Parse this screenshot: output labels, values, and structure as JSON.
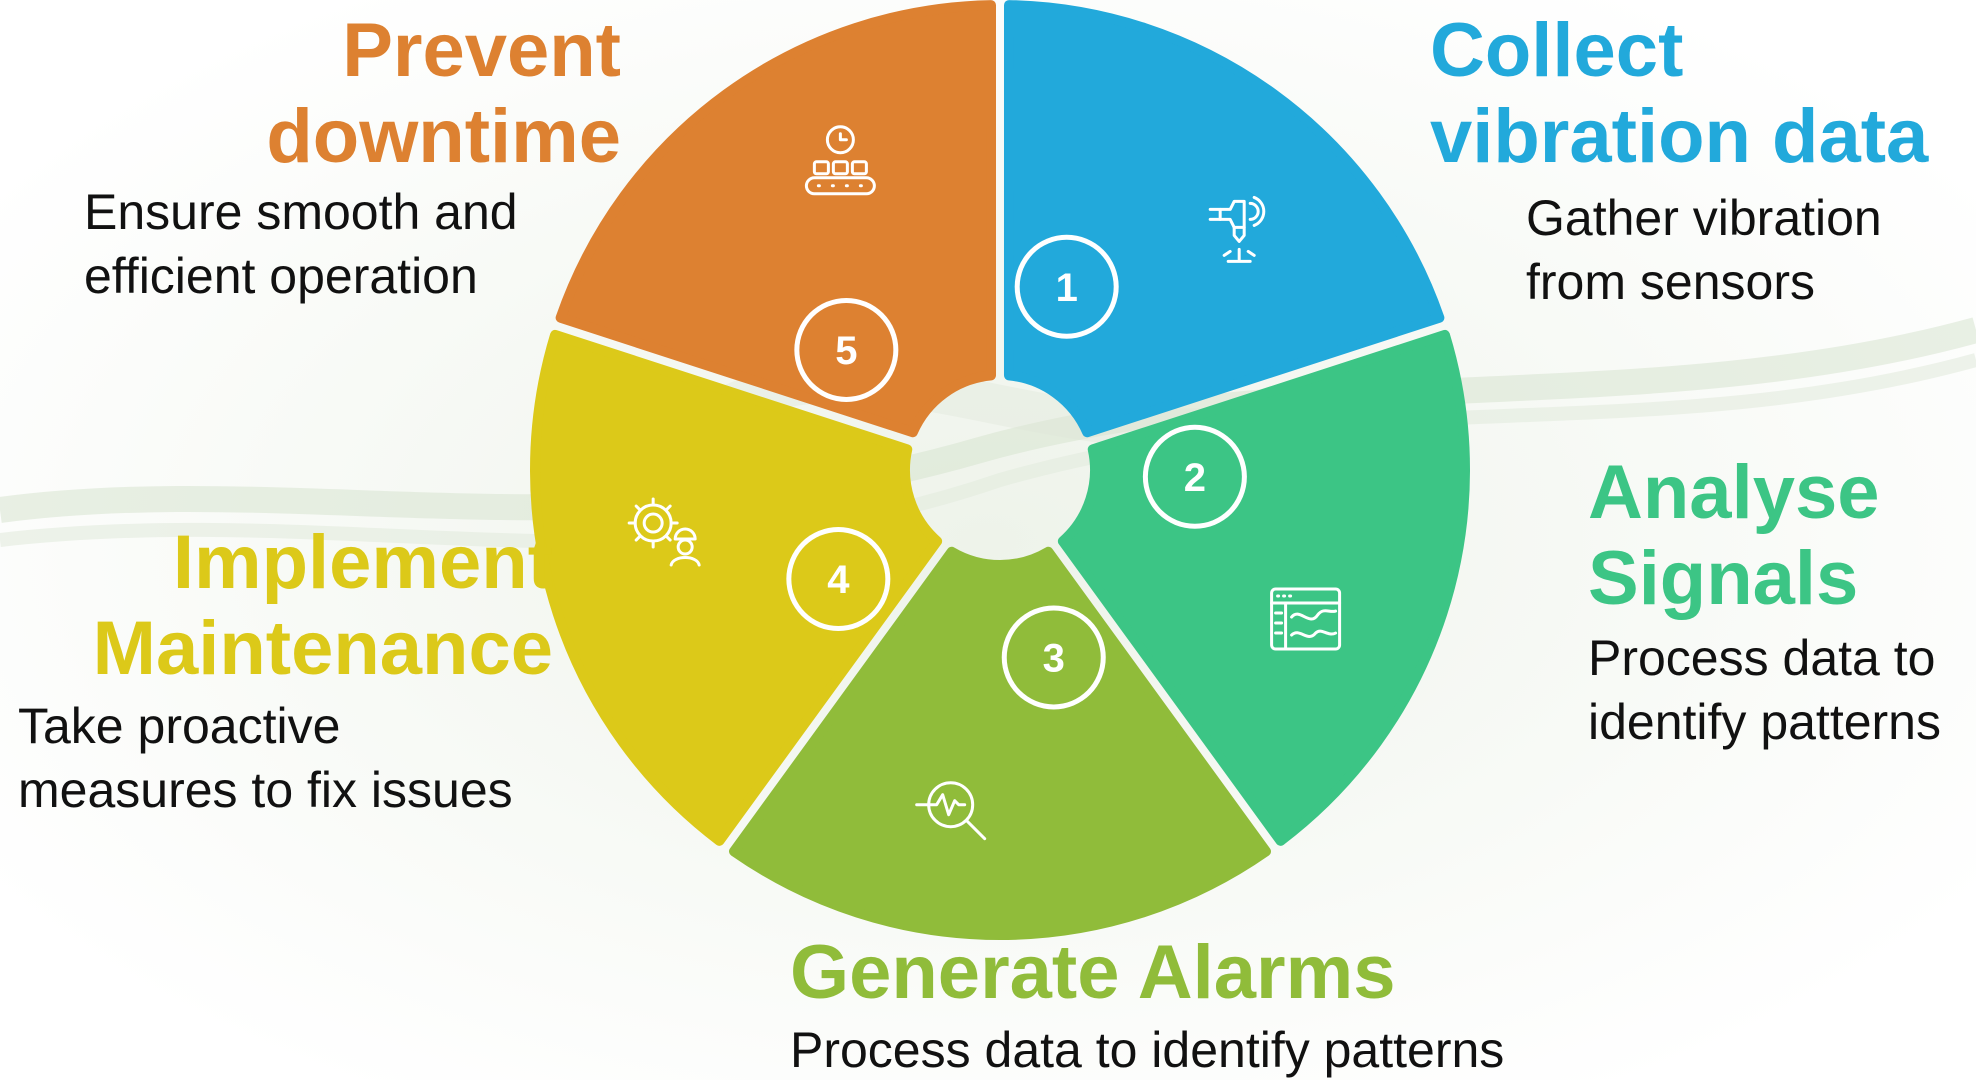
{
  "colors": {
    "orange": "#DD8131",
    "blue": "#22A9DB",
    "teal": "#3CC585",
    "green": "#90BC3A",
    "yellow": "#DCC919",
    "background_wisp": "#C9D9C0"
  },
  "steps": [
    {
      "number": "1",
      "title_lines": [
        "Collect",
        "vibration data"
      ],
      "desc_lines": [
        "Gather vibration",
        "from sensors"
      ],
      "color": "#22A9DB",
      "icon": "sensor-icon"
    },
    {
      "number": "2",
      "title_lines": [
        "Analyse",
        "Signals"
      ],
      "desc_lines": [
        "Process data to",
        "identify patterns"
      ],
      "color": "#3CC585",
      "icon": "signal-chart-icon"
    },
    {
      "number": "3",
      "title_lines": [
        "Generate Alarms"
      ],
      "desc_lines": [
        "Process data to identify patterns"
      ],
      "color": "#90BC3A",
      "icon": "magnifier-waveform-icon"
    },
    {
      "number": "4",
      "title_lines": [
        "Implement",
        "Maintenance"
      ],
      "desc_lines": [
        "Take proactive",
        "measures to fix issues"
      ],
      "color": "#DCC919",
      "icon": "gear-worker-icon"
    },
    {
      "number": "5",
      "title_lines": [
        "Prevent",
        "downtime"
      ],
      "desc_lines": [
        "Ensure smooth and",
        "efficient operation"
      ],
      "color": "#DD8131",
      "icon": "conveyor-clock-icon"
    }
  ]
}
